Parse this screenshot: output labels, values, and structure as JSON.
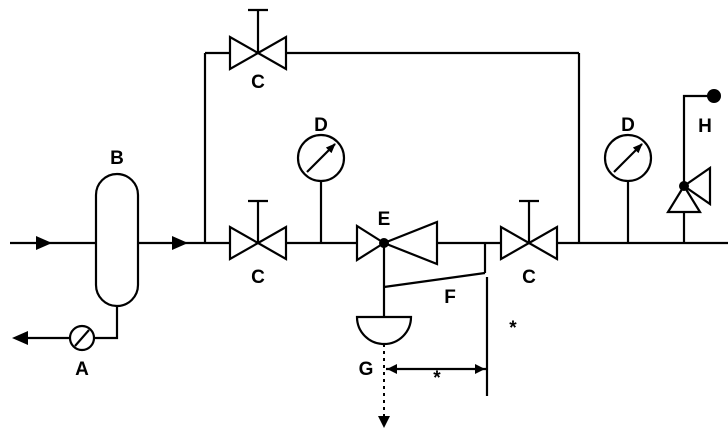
{
  "diagram": {
    "labels": {
      "A": "A",
      "B": "B",
      "C": "C",
      "D": "D",
      "E": "E",
      "F": "F",
      "G": "G",
      "H": "H",
      "star": "*"
    },
    "colors": {
      "line": "#000000",
      "background": "#ffffff"
    }
  }
}
